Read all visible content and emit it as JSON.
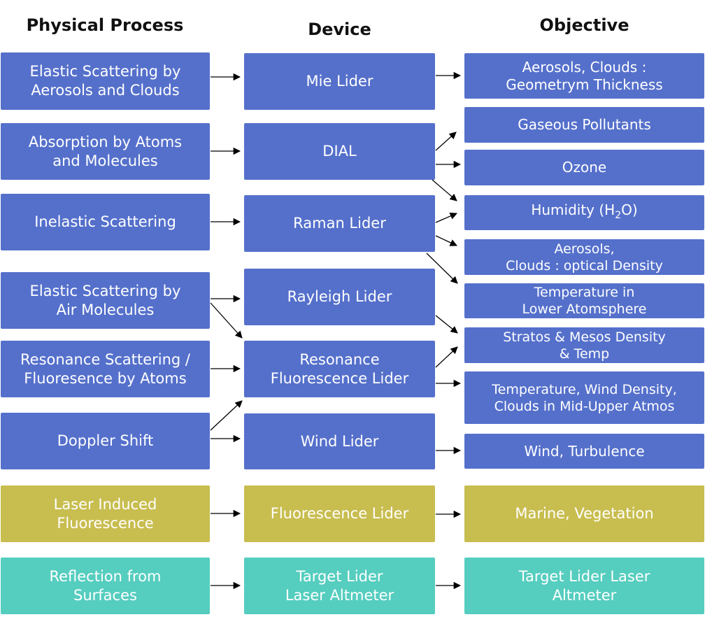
{
  "headers": {
    "physical": "Physical Process",
    "device": "Device",
    "objective": "Objective"
  },
  "physical": [
    "Elastic Scattering by\nAerosols and Clouds",
    "Absorption by Atoms\nand Molecules",
    "Inelastic Scattering",
    "Elastic Scattering by\nAir Molecules",
    "Resonance Scattering /\nFluoresence by Atoms",
    "Doppler Shift",
    "Laser Induced\nFluorescence",
    "Reflection from\nSurfaces"
  ],
  "device": [
    "Mie Lider",
    "DIAL",
    "Raman Lider",
    "Rayleigh Lider",
    "Resonance\nFluorescence Lider",
    "Wind Lider",
    "Fluorescence Lider",
    "Target Lider\nLaser Altmeter"
  ],
  "objective": [
    "Aerosols, Clouds :\nGeometrym Thickness",
    "Gaseous Pollutants",
    "Ozone",
    {
      "pre": "Humidity (H",
      "sub": "2",
      "post": "O)"
    },
    "Aerosols,\nClouds : optical Density",
    "Temperature in\nLower Atomsphere",
    "Stratos & Mesos Density\n& Temp",
    "Temperature, Wind Density,\nClouds in Mid-Upper Atmos",
    "Wind, Turbulence",
    "Marine, Vegetation",
    "Target Lider Laser\nAltmeter"
  ],
  "colors": {
    "blue": "#5570cb",
    "olive": "#c8bd4f",
    "teal": "#55cdbf"
  }
}
